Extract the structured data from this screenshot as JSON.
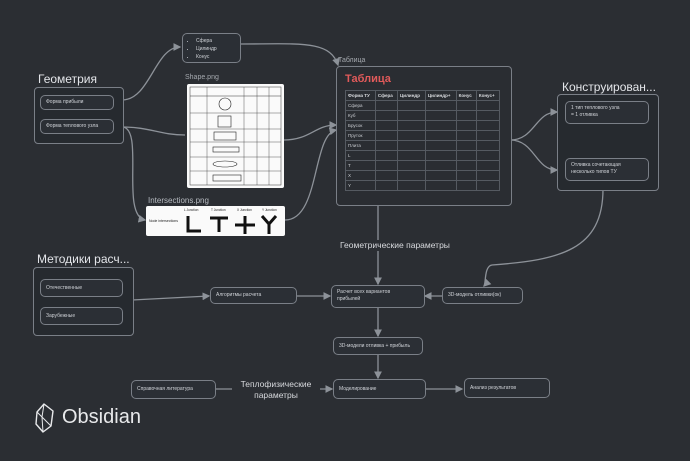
{
  "groups": {
    "geometry": "Геометрия",
    "methods": "Методики расч...",
    "construction": "Конструирован..."
  },
  "geometry_nodes": {
    "riser_shape": "Форма прибыли",
    "thermal_node_shape": "Форма теплового узла"
  },
  "shapes_list": [
    "Сфера",
    "Цилиндр",
    "Конус"
  ],
  "images": {
    "shape_label": "Shape.png",
    "intersections_label": "Intersections.png",
    "intersections_headers": [
      "L Junction",
      "T Junction",
      "X Junction",
      "Y Junction"
    ],
    "intersections_caption": "Node intersections"
  },
  "table_card": {
    "label": "Таблица",
    "title": "Таблица",
    "headers": [
      "Форма ТУ",
      "Сфера",
      "Цилиндр",
      "Цилиндр+",
      "Конус",
      "Конус+"
    ],
    "rows": [
      "Сфера",
      "Куб",
      "Брусок",
      "Пруток",
      "Плита",
      "L",
      "T",
      "X",
      "Y"
    ]
  },
  "construction_nodes": {
    "one_node": "1 тип теплового узла\n= 1 отливка",
    "combined": "Отливка сочетающая\nнесколько типов ТУ"
  },
  "methods_nodes": {
    "domestic": "Отечественные",
    "foreign": "Зарубежные"
  },
  "flow_nodes": {
    "algorithms": "Алгоритмы расчета",
    "calc_all": "Расчет всех вариантов\nприбылей",
    "models_3d": "3D-модель отливки(ок)",
    "models_riser": "3D-модели отливка + прибыль",
    "reference": "Справочная литература",
    "modeling": "Моделирование",
    "analysis": "Анализ результатов"
  },
  "edge_labels": {
    "geom_params": "Геометрические параметры",
    "thermo_params": "Теплофизические\nпараметры"
  },
  "logo": {
    "text": "Obsidian"
  }
}
